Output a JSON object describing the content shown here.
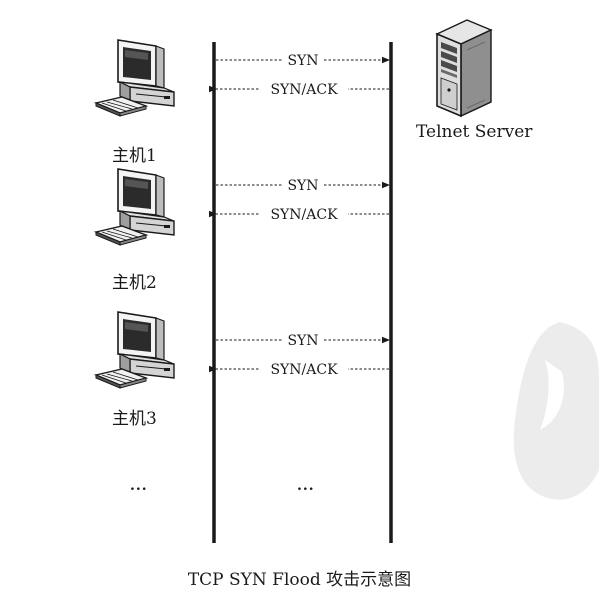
{
  "server": {
    "label": "Telnet Server",
    "icon": "server-tower-icon"
  },
  "hosts": [
    {
      "label": "主机1",
      "icon": "desktop-computer-icon"
    },
    {
      "label": "主机2",
      "icon": "desktop-computer-icon"
    },
    {
      "label": "主机3",
      "icon": "desktop-computer-icon"
    }
  ],
  "messages": {
    "syn": "SYN",
    "synack": "SYN/ACK"
  },
  "ellipsis": {
    "left": "...",
    "center": "..."
  },
  "caption": "TCP SYN Flood 攻击示意图",
  "colors": {
    "ink": "#1a1a1a",
    "screen": "#2b2b2b",
    "watermark": "#ececec"
  }
}
